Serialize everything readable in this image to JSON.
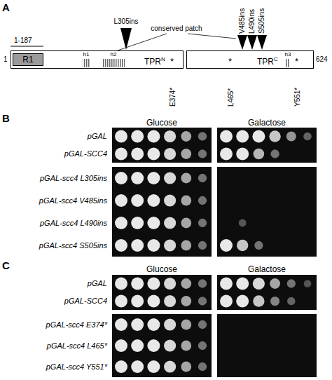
{
  "diagram": {
    "nodes": [
      {
        "text": [
          "TPR",
          "N"
        ]
      },
      {
        "text": [
          "R1"
        ],
        "in": 0
      },
      {
        "text": [
          "TPR",
          "C"
        ]
      }
    ],
    "edges": [],
    "labels": [
      "A",
      "1-187",
      "L305ins",
      "conserved patch",
      "V485ins",
      "L490ins",
      "S505ins",
      "1",
      "h1",
      "h2",
      "*",
      "h3",
      "*",
      "*",
      "624",
      "E374*",
      "L465*",
      "Y551*",
      "B",
      "Glucose",
      "Galactose",
      "pGAL",
      "pGAL-SCC4",
      "pGAL-scc4 L305ins",
      "pGAL-scc4 V485ins",
      "pGAL-scc4 L490ins",
      "pGAL-scc4 S505ins",
      "C",
      "Glucose",
      "Galactose",
      "pGAL",
      "pGAL-SCC4",
      "pGAL-scc4 E374*",
      "pGAL-scc4 L465*",
      "pGAL-scc4 Y551*"
    ]
  }
}
